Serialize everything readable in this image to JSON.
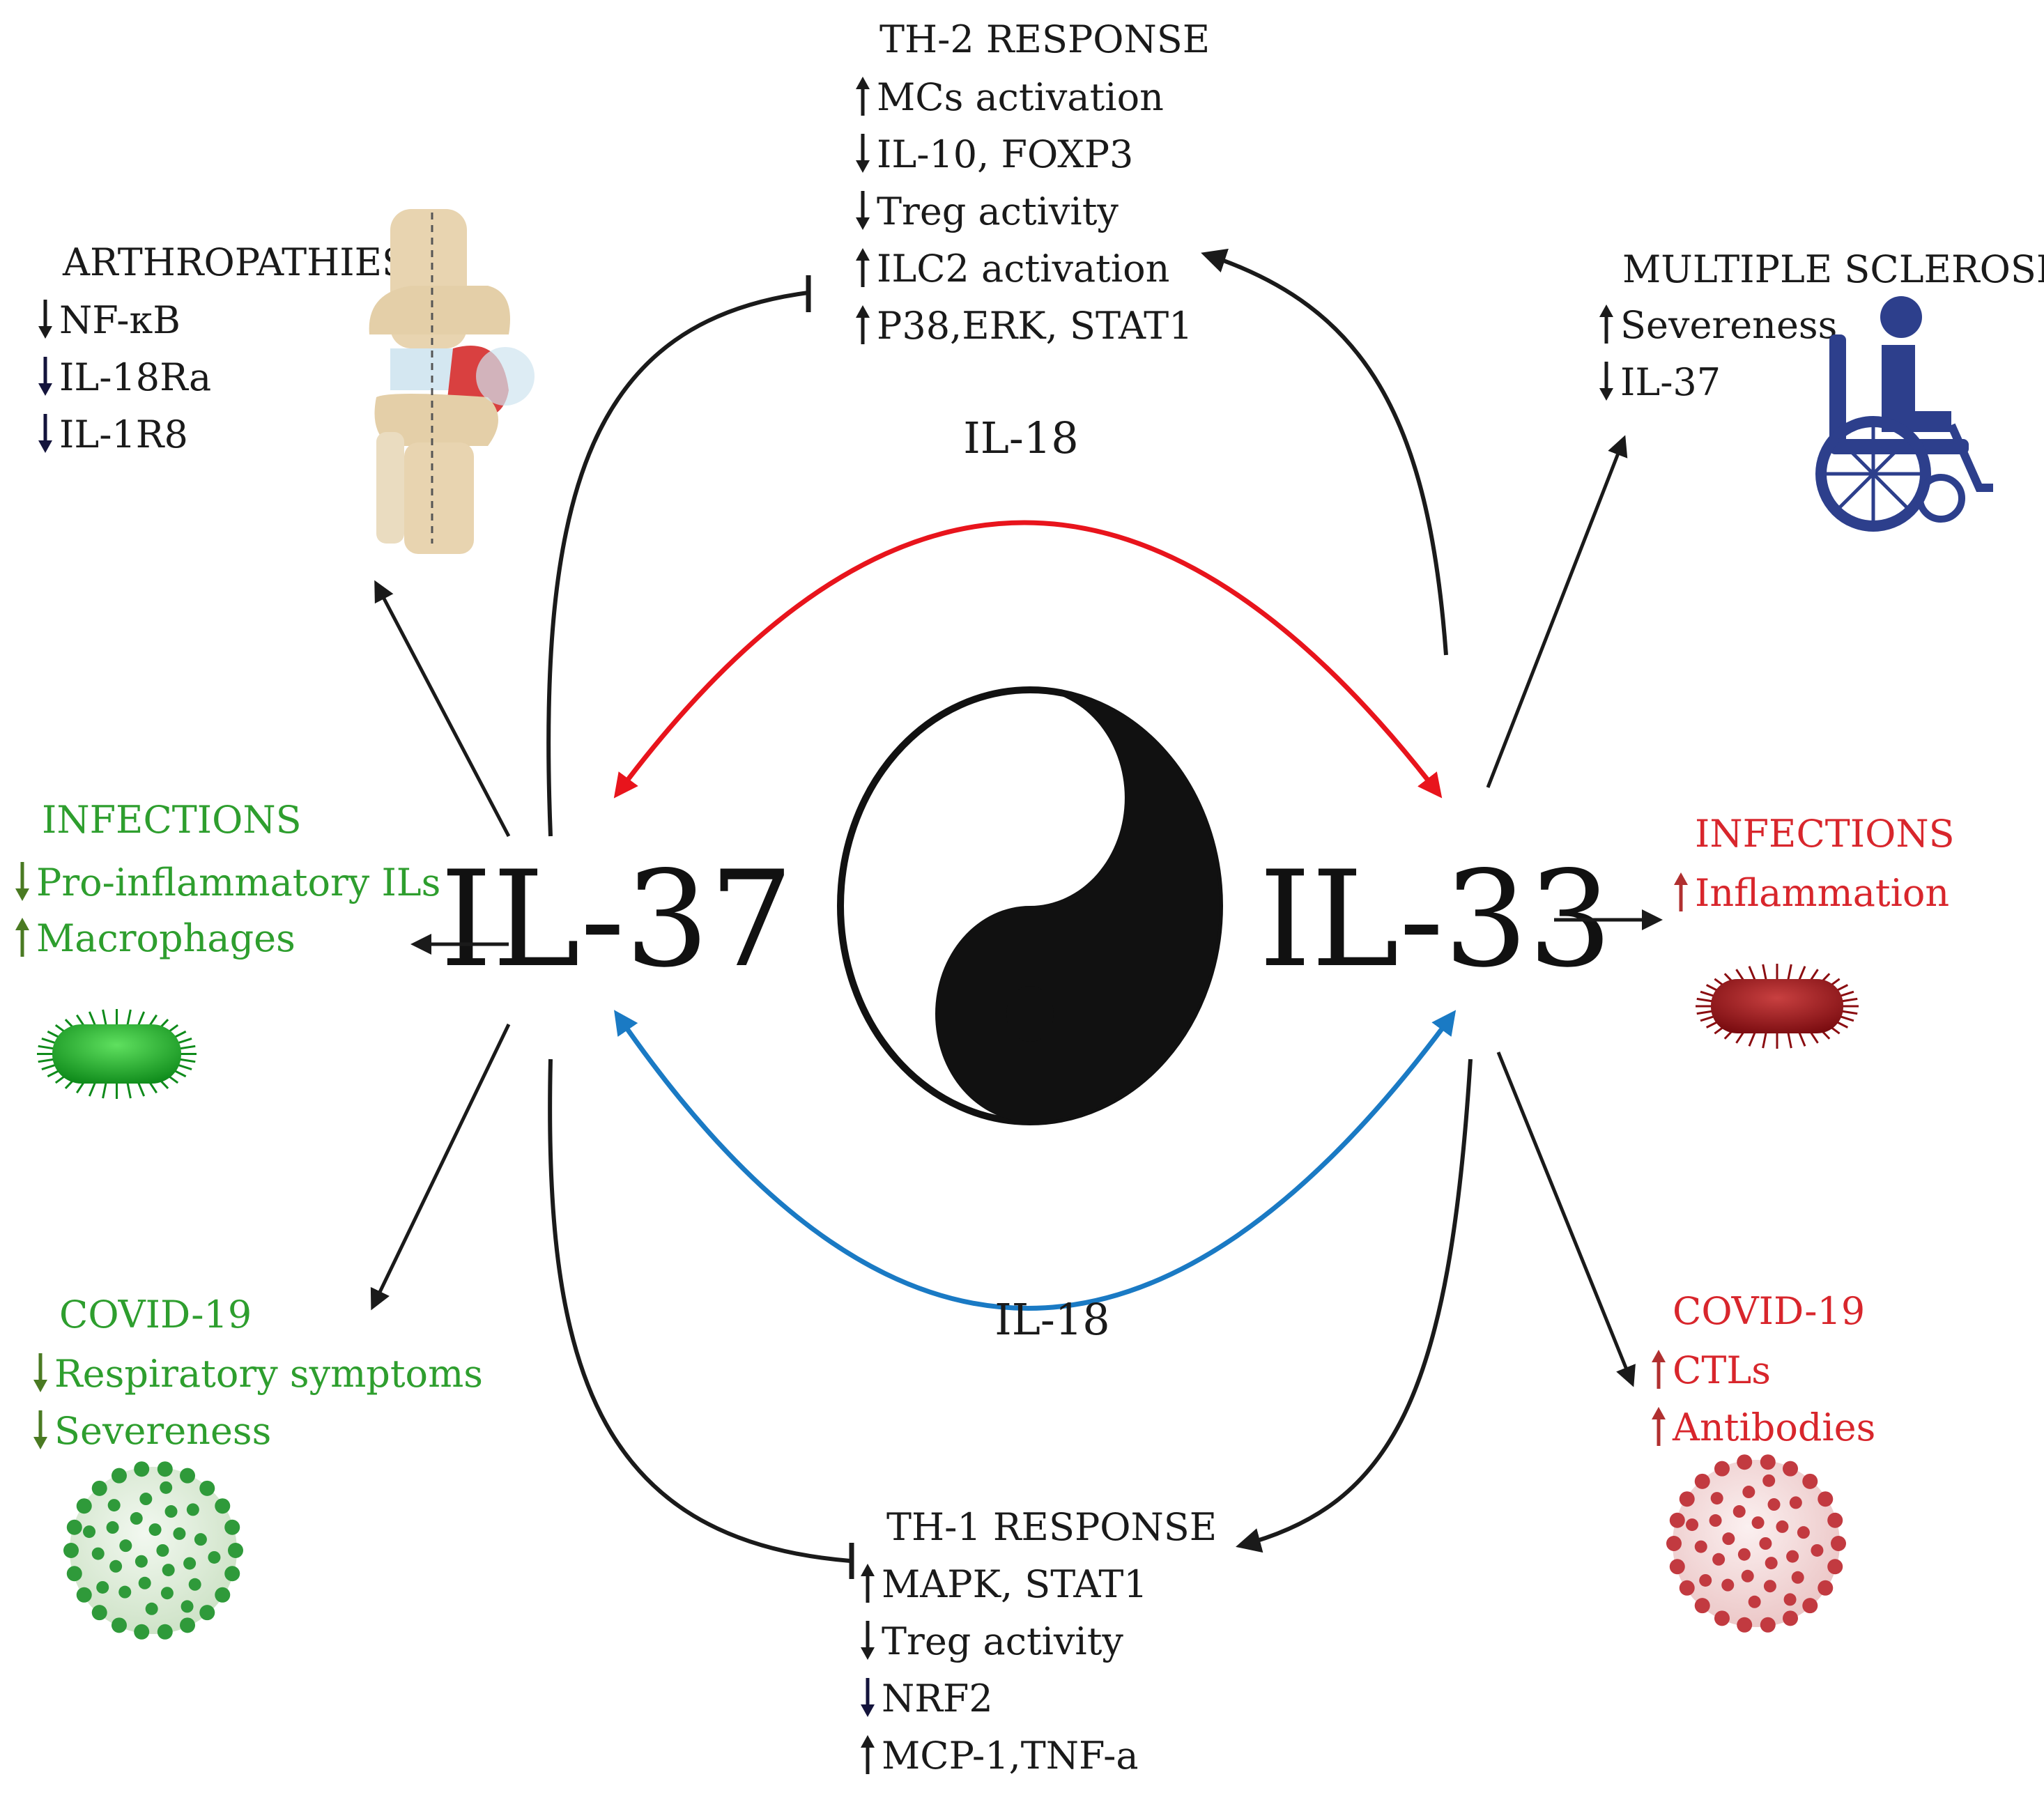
{
  "center": {
    "left_label": "IL-37",
    "right_label": "IL-33",
    "top_arc_label": "IL-18",
    "bottom_arc_label": "IL-18",
    "top_arc_color": "#e8141c",
    "bottom_arc_color": "#1a7ac4"
  },
  "th2": {
    "title": "TH-2 RESPONSE",
    "items": [
      {
        "text": "MCs activation",
        "dir": "up"
      },
      {
        "text": "IL-10, FOXP3",
        "dir": "down"
      },
      {
        "text": "Treg activity",
        "dir": "down"
      },
      {
        "text": "ILC2 activation",
        "dir": "up"
      },
      {
        "text": "P38,ERK, STAT1",
        "dir": "up"
      }
    ]
  },
  "th1": {
    "title": "TH-1 RESPONSE",
    "items": [
      {
        "text": "MAPK, STAT1",
        "dir": "up"
      },
      {
        "text": "Treg activity",
        "dir": "down"
      },
      {
        "text": "NRF2",
        "dir": "down"
      },
      {
        "text": "MCP-1,TNF-a",
        "dir": "up"
      }
    ]
  },
  "arthropathies": {
    "title": "ARTHROPATHIES",
    "items": [
      {
        "text": "NF-κB",
        "dir": "down"
      },
      {
        "text": "IL-18Ra",
        "dir": "down"
      },
      {
        "text": "IL-1R8",
        "dir": "down"
      }
    ]
  },
  "multiple_sclerosis": {
    "title": "MULTIPLE SCLEROSIS",
    "items": [
      {
        "text": "Severeness",
        "dir": "up"
      },
      {
        "text": "IL-37",
        "dir": "down"
      }
    ]
  },
  "infections_left": {
    "title": "INFECTIONS",
    "color": "#2e9e2e",
    "items": [
      {
        "text": "Pro-inflammatory ILs",
        "dir": "down"
      },
      {
        "text": "Macrophages",
        "dir": "up"
      }
    ]
  },
  "infections_right": {
    "title": "INFECTIONS",
    "color": "#d8262c",
    "items": [
      {
        "text": "Inflammation",
        "dir": "up"
      }
    ]
  },
  "covid_left": {
    "title": "COVID-19",
    "color": "#2e9e2e",
    "items": [
      {
        "text": "Respiratory symptoms",
        "dir": "down"
      },
      {
        "text": "Severeness",
        "dir": "down"
      }
    ]
  },
  "covid_right": {
    "title": "COVID-19",
    "color": "#d8262c",
    "items": [
      {
        "text": "CTLs",
        "dir": "up"
      },
      {
        "text": "Antibodies",
        "dir": "up"
      }
    ]
  },
  "icons": {
    "knee": "knee-joint-icon",
    "wheelchair": "wheelchair-person-icon",
    "bacterium_green": "green-bacterium-icon",
    "bacterium_red": "red-bacterium-icon",
    "virus_green": "green-coronavirus-icon",
    "virus_red": "red-coronavirus-icon",
    "yin_yang": "yin-yang-icon"
  },
  "colors": {
    "ink": "#1a1a1a",
    "green_arrow": "#4a7a22",
    "red_arrow": "#b03030",
    "navy_arrow": "#14143c",
    "wheelchair": "#2d3f8c"
  }
}
